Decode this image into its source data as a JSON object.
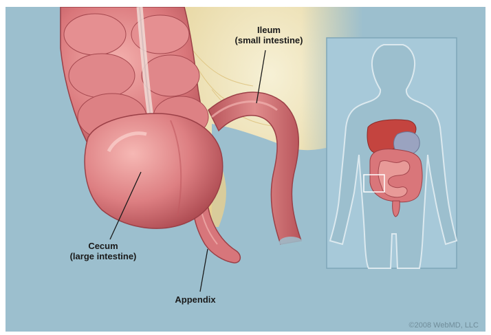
{
  "labels": {
    "ileum": "Ileum",
    "ileum_sub": "(small intestine)",
    "cecum": "Cecum",
    "cecum_sub": "(large intestine)",
    "appendix": "Appendix"
  },
  "copyright": "©2008 WebMD, LLC",
  "colors": {
    "background": "#9cbfce",
    "tissue": "#d9767a",
    "tissue_dark": "#b04a51",
    "tissue_light": "#f0a7a6",
    "fat": "#f1e3b4",
    "inset_body": "#a9cbdb"
  }
}
